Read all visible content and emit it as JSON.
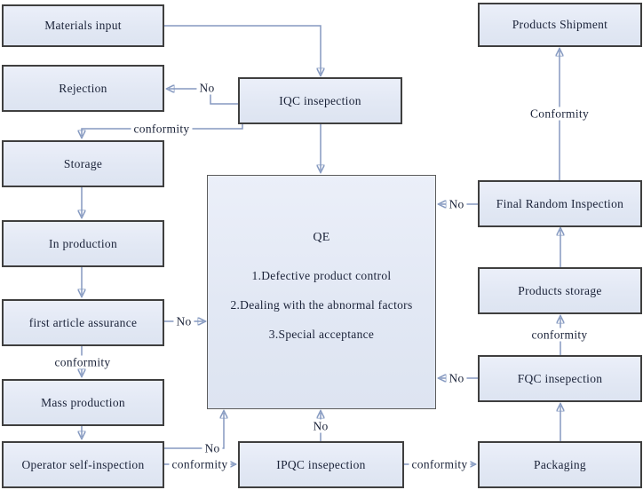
{
  "colors": {
    "background": "#ffffff",
    "box_fill": "#e2e8f4",
    "box_border": "#3f3f3f",
    "line": "#8599c0",
    "arrow": "#3f62ae",
    "text": "#1a2238"
  },
  "nodes": {
    "materials_input": "Materials input",
    "rejection": "Rejection",
    "storage": "Storage",
    "in_production": "In production",
    "first_article_assurance": "first article assurance",
    "mass_production": "Mass production",
    "operator_self_inspection": "Operator self-inspection",
    "iqc": "IQC insepection",
    "qe": {
      "title": "QE",
      "items": [
        "1.Defective product control",
        "2.Dealing with the abnormal factors",
        "3.Special acceptance"
      ]
    },
    "ipqc": "IPQC insepection",
    "products_shipment": "Products Shipment",
    "final_random_inspection": "Final Random Inspection",
    "products_storage": "Products storage",
    "fqc": "FQC insepection",
    "packaging": "Packaging"
  },
  "edge_labels": {
    "iqc_to_rejection": "No",
    "iqc_to_storage": "conformity",
    "first_article_to_qe": "No",
    "first_article_to_mass": "conformity",
    "operator_to_qe": "No",
    "operator_to_ipqc": "conformity",
    "ipqc_to_qe": "No",
    "ipqc_to_packaging": "conformity",
    "final_random_to_qe": "No",
    "fqc_to_qe": "No",
    "fqc_to_products_storage": "conformity",
    "final_random_to_shipment": "Conformity"
  }
}
